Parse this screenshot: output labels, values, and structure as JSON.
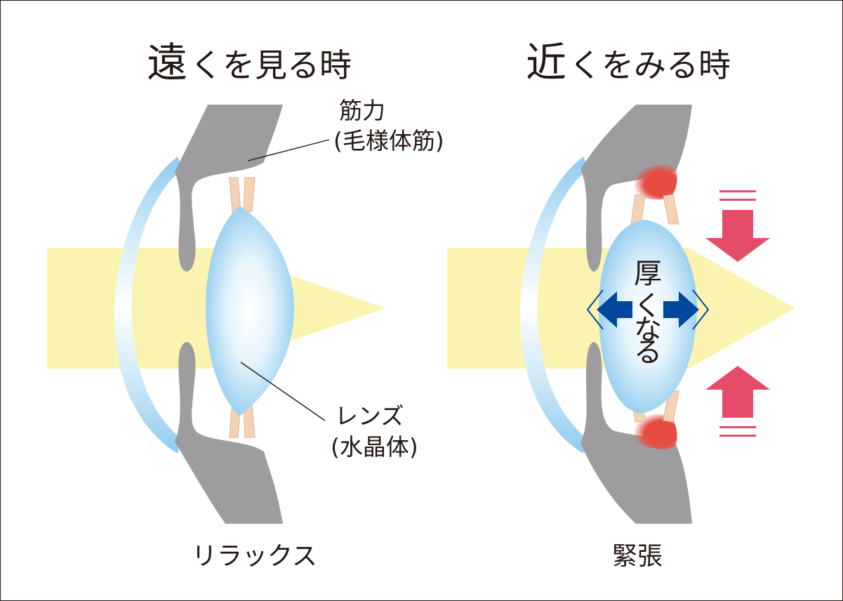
{
  "left_panel": {
    "title_first": "遠",
    "title_rest": "くを見る時",
    "muscle_label_line1": "筋力",
    "muscle_label_line2": "(毛様体筋)",
    "lens_label_line1": "レンズ",
    "lens_label_line2": "(水晶体)",
    "caption": "リラックス"
  },
  "right_panel": {
    "title_first": "近",
    "title_rest": "くをみる時",
    "thick_label_chars": [
      "厚",
      "く",
      "な",
      "る"
    ],
    "caption": "緊張"
  },
  "colors": {
    "light_beam": "#fbf4b0",
    "muscle_gray": "#9d9d9f",
    "cornea_blue": "#8fcbef",
    "lens_blue": "#8fcbef",
    "zonule_tan": "#f5d2b4",
    "contracted_red": "#e54d43",
    "pressure_arrow": "#e54c6a",
    "expand_arrow": "#00479d",
    "line": "#231815"
  }
}
